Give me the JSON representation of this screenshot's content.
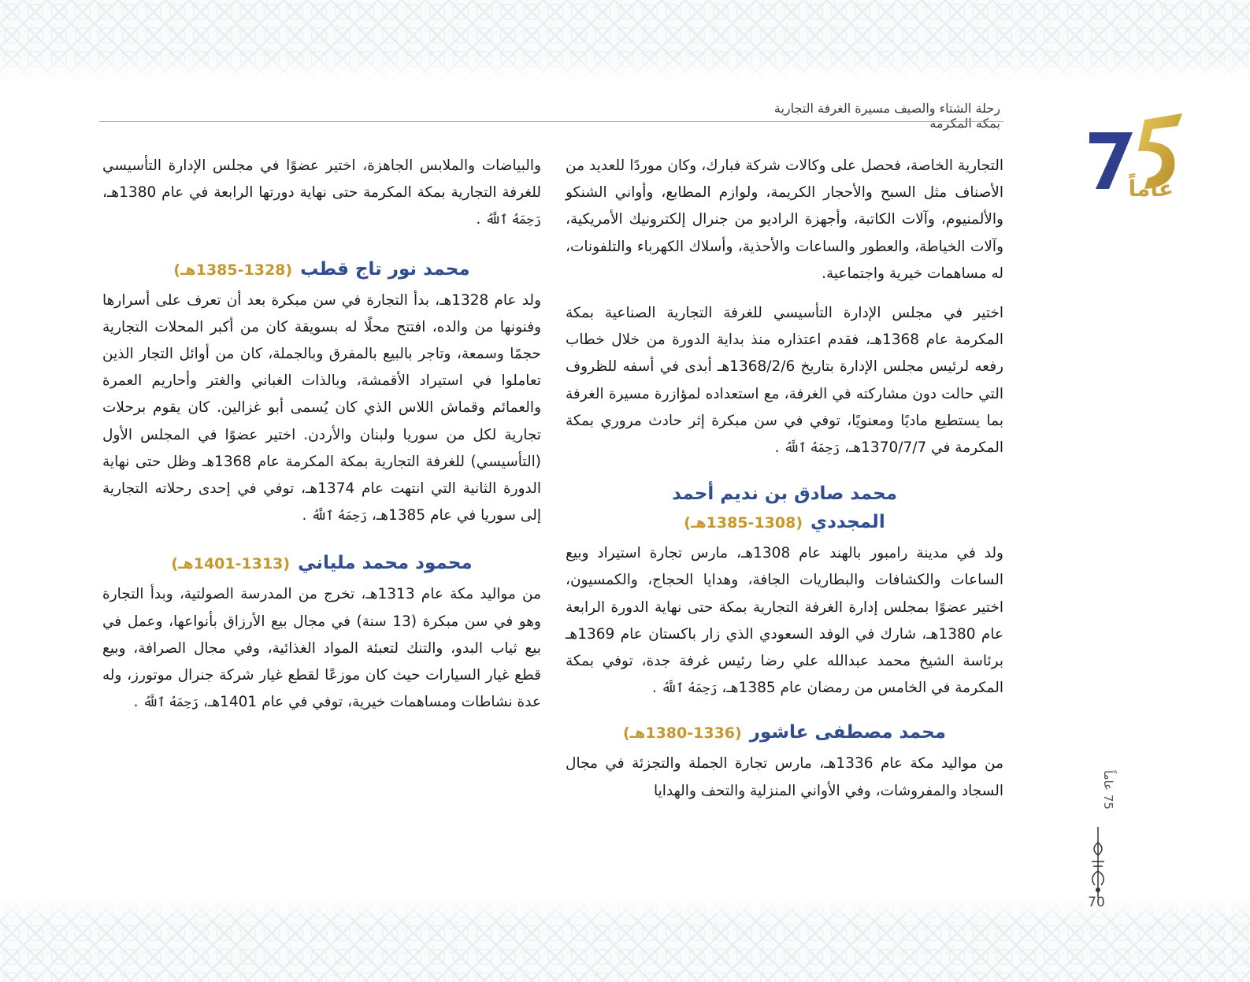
{
  "header": {
    "title": "رحلة الشتاء والصيف مسيرة الغرفة التجارية بمكة المكرمة"
  },
  "logo": {
    "number": "75",
    "caption": "عاماً",
    "colors": {
      "navy": "#2f3f8c",
      "gold": "#c9a63d"
    }
  },
  "sidebar": {
    "label": "75 عاماً",
    "page_number": "70"
  },
  "right_column": {
    "p1": "التجارية الخاصة، فحصل على وكالات شركة فبارك، وكان موردًا للعديد من الأصناف مثل السبح والأحجار الكريمة، ولوازم المطابع، وأواني الشنكو والألمنيوم، وآلات الكاتبة، وأجهزة الراديو من جنرال إلكترونيك الأمريكية، وآلات الخياطة، والعطور والساعات والأحذية، وأسلاك الكهرباء والتلفونات، له مساهمات خيرية واجتماعية.",
    "p2": "اختير في مجلس الإدارة التأسيسي للغرفة التجارية الصناعية بمكة المكرمة عام 1368هـ، فقدم اعتذاره منذ بداية الدورة من خلال خطاب رفعه لرئيس مجلس الإدارة بتاريخ 1368/2/6هـ أبدى في أسفه للظروف التي حالت دون مشاركته في الغرفة، مع استعداده لمؤازرة مسيرة الغرفة بما يستطيع ماديًا ومعنويًا، توفي في سن مبكرة إثر حادث مروري بمكة المكرمة في 1370/7/7هـ،",
    "p2_honor": "رَحِمَهُ ٱللَّهُ",
    "h1_line1": "محمد صادق بن نديم أحمد",
    "h1_line2": "المجددي",
    "h1_date": "(1308-1385هـ)",
    "p3": "ولد في مدينة رامبور بالهند عام 1308هـ، مارس تجارة استيراد وبيع الساعات والكشافات والبطاريات الجافة، وهدايا الحجاج، والكمسيون، اختير عضوًا بمجلس إدارة الغرفة التجارية بمكة حتى نهاية الدورة الرابعة عام 1380هـ، شارك في الوفد السعودي الذي زار باكستان عام 1369هـ برئاسة الشيخ محمد عبدالله علي رضا رئيس غرفة جدة، توفي بمكة المكرمة في الخامس من رمضان عام 1385هـ،",
    "p3_honor": "رَحِمَهُ ٱللَّهُ",
    "h2_name": "محمد مصطفى عاشور",
    "h2_date": "(1336-1380هـ)",
    "p4": "من مواليد مكة عام 1336هـ، مارس تجارة الجملة والتجزئة في مجال السجاد والمفروشات، وفي الأواني المنزلية والتحف والهدايا"
  },
  "left_column": {
    "p1": "والبياضات والملابس الجاهزة، اختير عضوًا في مجلس الإدارة التأسيسي للغرفة التجارية بمكة المكرمة حتى نهاية دورتها الرابعة في عام 1380هـ،",
    "p1_honor": "رَحِمَهُ ٱللَّهُ",
    "h1_name": "محمد نور تاج قطب",
    "h1_date": "(1328-1385هـ)",
    "p2": "ولد عام 1328هـ، بدأ التجارة في سن مبكرة بعد أن تعرف على أسرارها وفنونها من والده، افتتح محلًا له بسويقة كان من أكبر المحلات التجارية حجمًا وسمعة، وتاجر بالبيع بالمفرق وبالجملة، كان من أوائل التجار الذين تعاملوا في استيراد الأقمشة، وبالذات الغباني والغتر وأحاريم العمرة والعمائم وقماش اللاس الذي كان يُسمى أبو غزالين. كان يقوم برحلات تجارية لكل من سوريا ولبنان والأردن. اختير عضوًا في المجلس الأول (التأسيسي) للغرفة التجارية بمكة المكرمة عام 1368هـ وظل حتى نهاية الدورة الثانية التي انتهت عام 1374هـ، توفي في إحدى رحلاته التجارية إلى سوريا في عام 1385هـ،",
    "p2_honor": "رَحِمَهُ ٱللَّهُ",
    "h2_name": "محمود محمد ملياني",
    "h2_date": "(1313-1401هـ)",
    "p3": "من مواليد مكة عام 1313هـ، تخرج من المدرسة الصولتية، وبدأ التجارة وهو في سن مبكرة (13 سنة) في مجال بيع الأرزاق بأنواعها، وعمل في بيع ثياب البدو، والتنك لتعبئة المواد الغذائية، وفي مجال الصرافة، وبيع قطع غيار السيارات حيث كان موزعًا لقطع غيار شركة جنرال موتورز، وله عدة نشاطات ومساهمات خيرية، توفي في عام 1401هـ،",
    "p3_honor": "رَحِمَهُ ٱللَّهُ"
  }
}
